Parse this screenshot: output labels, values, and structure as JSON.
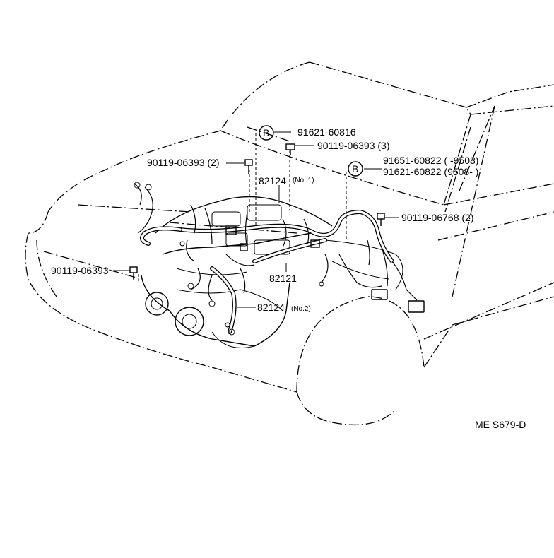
{
  "diagram": {
    "labels": {
      "p91621_60816": "91621-60816",
      "p90119_06393_3": "90119-06393 (3)",
      "p90119_06393_2": "90119-06393 (2)",
      "p82124_no1": "82124",
      "p82124_no1_sub": "(No. 1)",
      "p91651_60822": "91651-60822 (        -9508)",
      "p91621_60822": "91621-60822 (9508-        )",
      "p90119_06768_2": "90119-06768 (2)",
      "p90119_06393": "90119-06393",
      "p82121": "82121",
      "p82124_no2": "82124",
      "p82124_no2_sub": "(No.2)",
      "marker_b": "B",
      "code": "ME S679-D"
    }
  }
}
